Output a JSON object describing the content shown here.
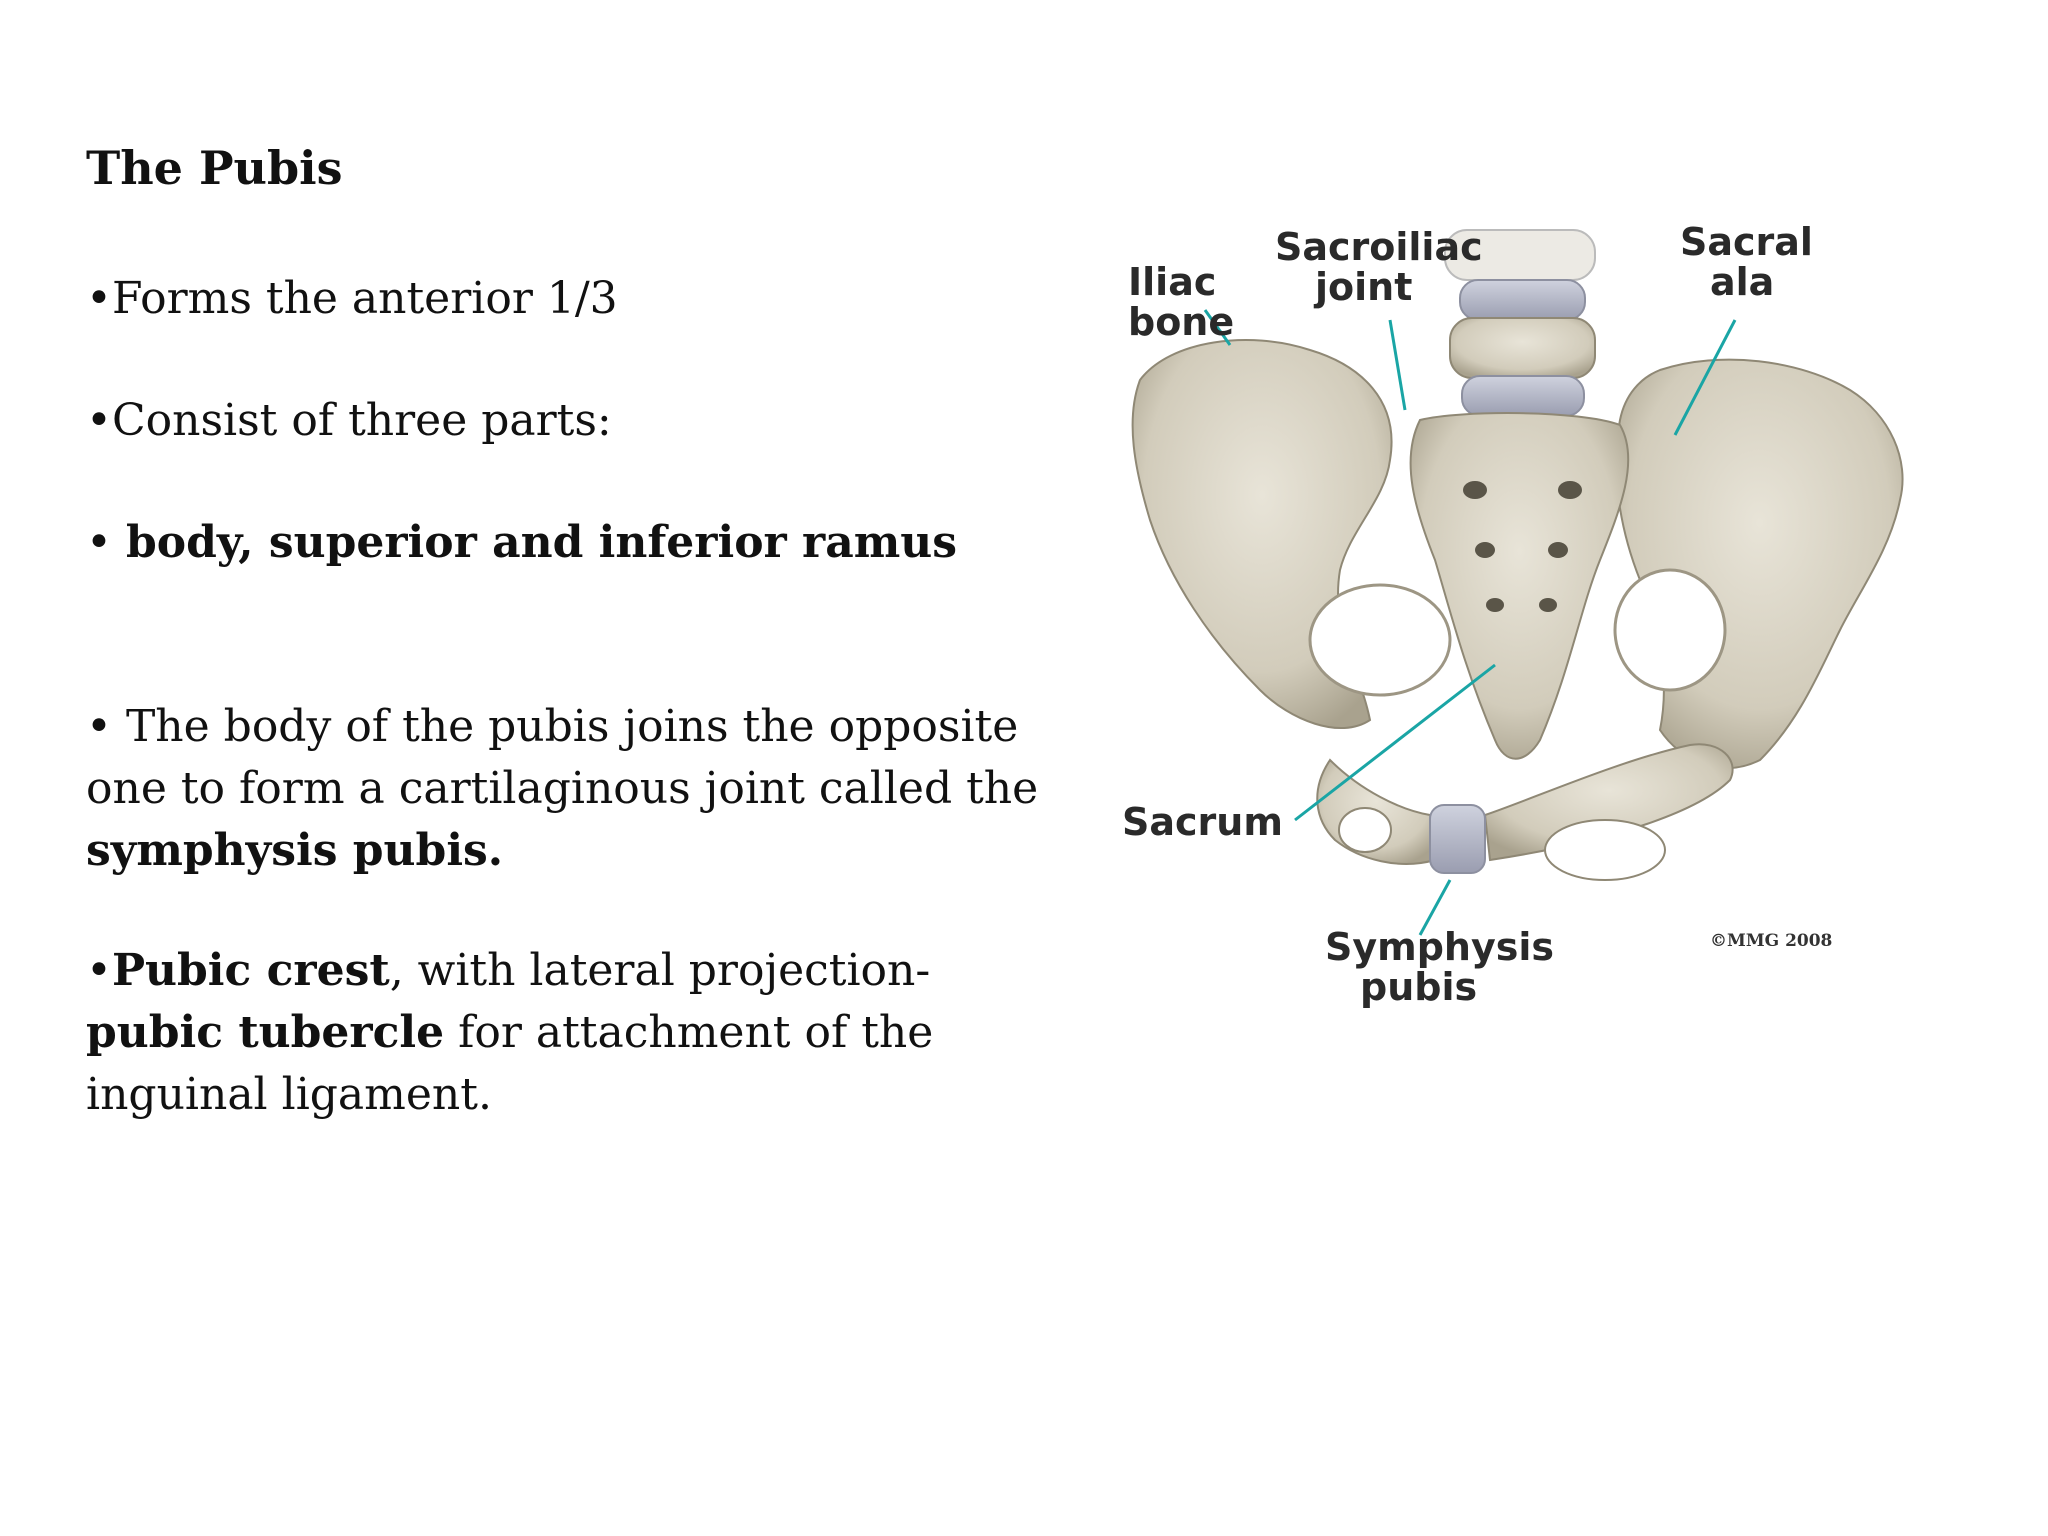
{
  "slide": {
    "title": "The Pubis",
    "p1": "•Forms the anterior 1/3",
    "p2": "•Consist of three parts:",
    "p3_prefix": "• ",
    "p3_bold": "body, superior and inferior ramus",
    "p4_text": "• The body of the pubis joins the opposite one to form a cartilaginous joint called the ",
    "p4_bold": "symphysis pubis.",
    "p5_bullet": "•",
    "p5_bold1": "Pubic crest",
    "p5_text1": ", with lateral projection- ",
    "p5_bold2": "pubic tubercle",
    "p5_text2": " for attachment of the inguinal ligament."
  },
  "figure": {
    "labels": {
      "iliac_1": "Iliac",
      "iliac_2": "bone",
      "sacroiliac_1": "Sacroiliac",
      "sacroiliac_2": "joint",
      "sacral_1": "Sacral",
      "sacral_2": "ala",
      "sacrum": "Sacrum",
      "symphysis_1": "Symphysis",
      "symphysis_2": "pubis"
    },
    "copyright": "©MMG 2008",
    "colors": {
      "bone": "#d9d4c6",
      "bone_shadow": "#a8a290",
      "disc": "#b9bccb",
      "pointer": "#1aa5a5"
    }
  }
}
